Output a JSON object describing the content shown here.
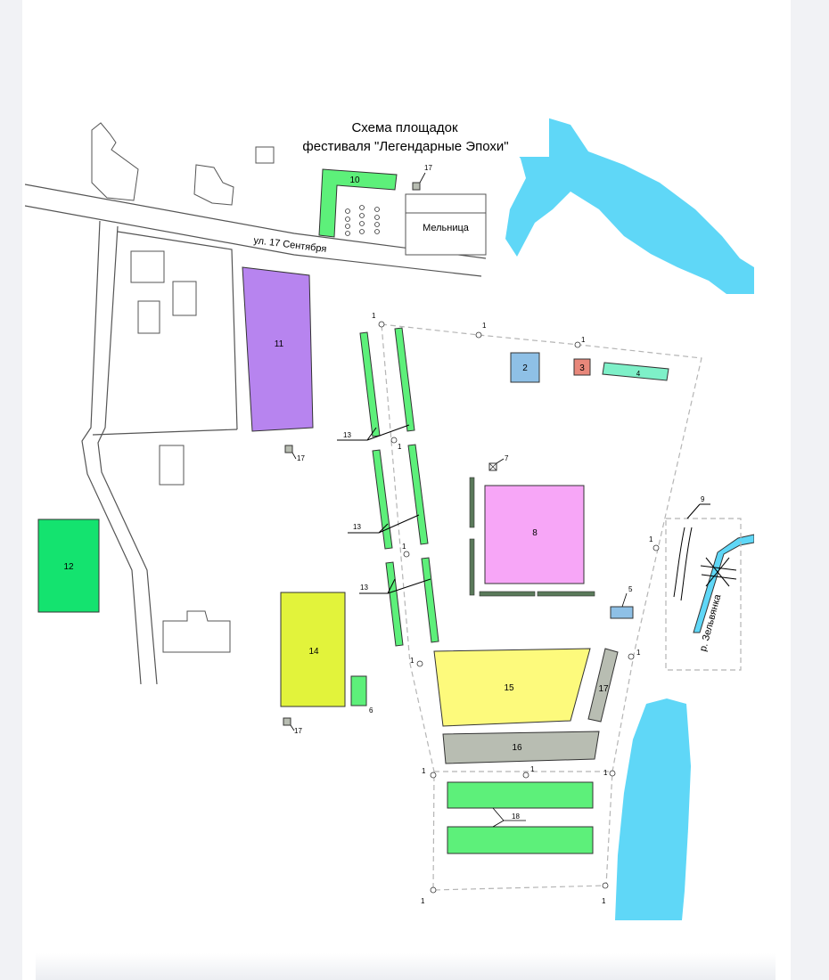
{
  "map": {
    "title_line1": "Схема площадок",
    "title_line2": "фестиваля \"Легендарные Эпохи\"",
    "street_label": "ул. 17 Сентября",
    "mill_label": "Мельница",
    "river_label": "р. Зельвянка"
  },
  "zones": [
    {
      "id": "2",
      "color": "#8ec0e6"
    },
    {
      "id": "3",
      "color": "#e8877a"
    },
    {
      "id": "4",
      "color": "#7ef0c8"
    },
    {
      "id": "5",
      "color": "#8ec0e6"
    },
    {
      "id": "6",
      "color": "#5df07a"
    },
    {
      "id": "7",
      "color": "#ffffff"
    },
    {
      "id": "8",
      "color": "#f7a6f7"
    },
    {
      "id": "9",
      "color": "#ffffff"
    },
    {
      "id": "10",
      "color": "#5df07a"
    },
    {
      "id": "11",
      "color": "#b784ef"
    },
    {
      "id": "12",
      "color": "#14e36f"
    },
    {
      "id": "13",
      "color": "#5df07a"
    },
    {
      "id": "14",
      "color": "#e2f33b"
    },
    {
      "id": "15",
      "color": "#fdfa7c"
    },
    {
      "id": "16",
      "color": "#b8bdb2"
    },
    {
      "id": "17",
      "color": "#b8bdb2"
    },
    {
      "id": "18",
      "color": "#5df07a"
    }
  ],
  "markers": {
    "post": "1"
  },
  "colors": {
    "water": "#5fd7f7",
    "building_outline": "#555555",
    "boundary": "#b5b5b5"
  }
}
